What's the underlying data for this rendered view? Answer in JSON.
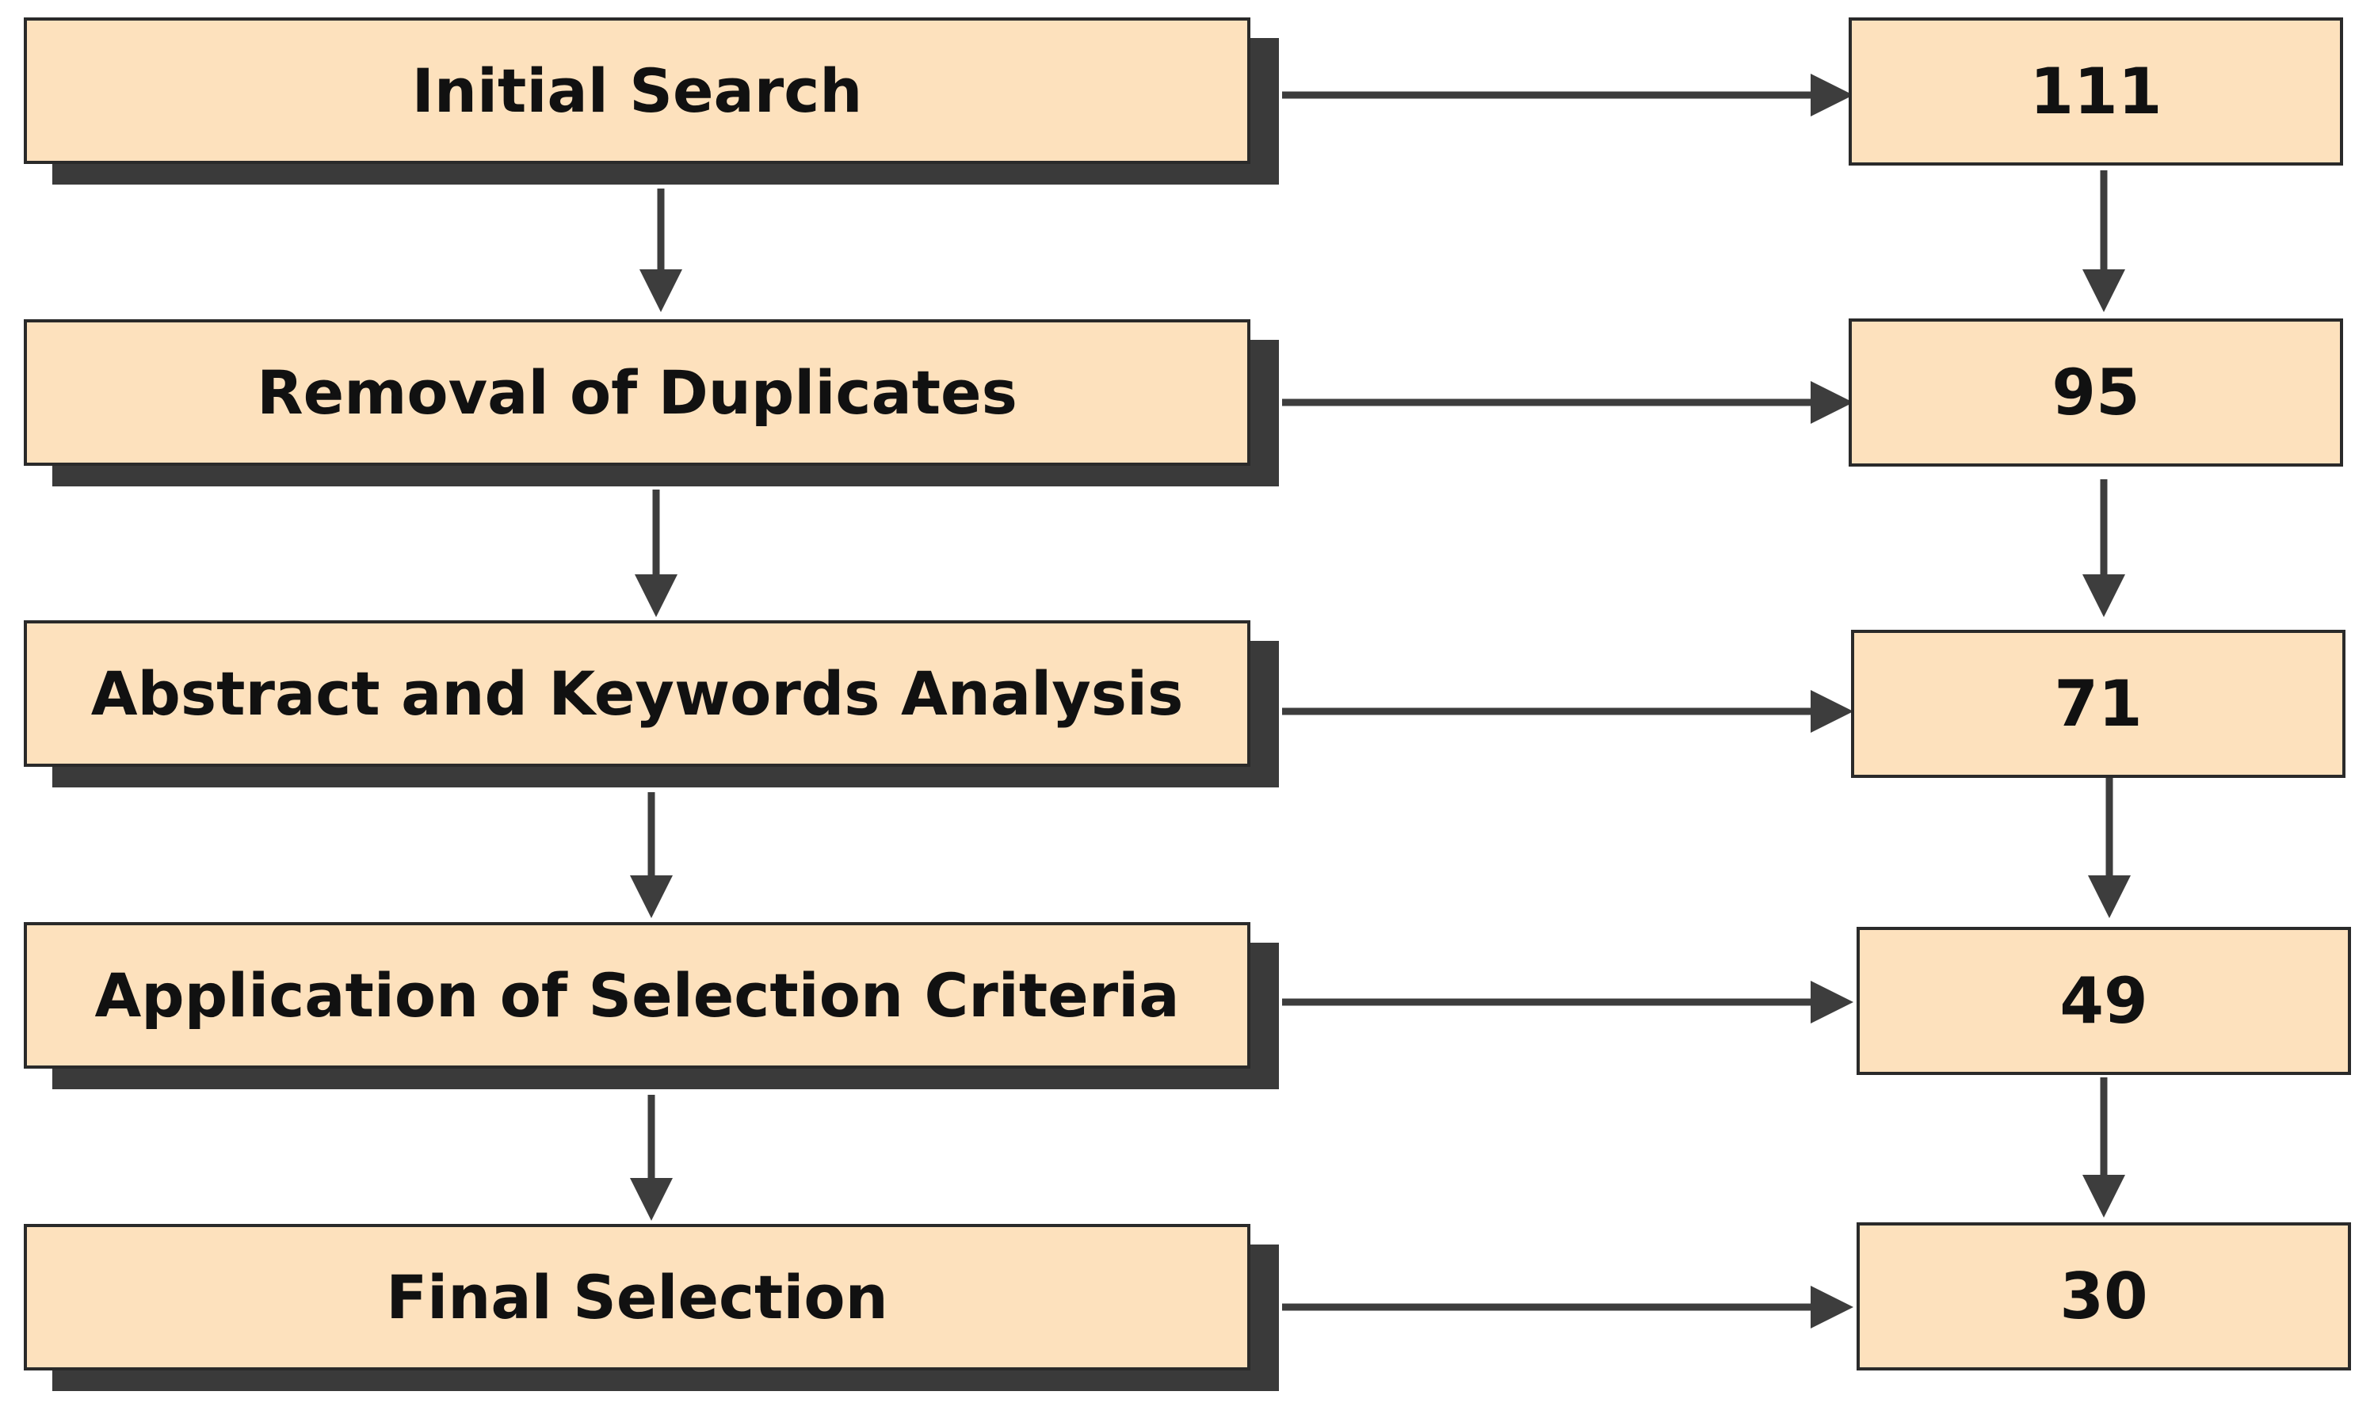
{
  "stages": [
    {
      "label": "Initial Search",
      "count": "111"
    },
    {
      "label": "Removal of Duplicates",
      "count": "95"
    },
    {
      "label": "Abstract and Keywords Analysis",
      "count": "71"
    },
    {
      "label": "Application of Selection Criteria",
      "count": "49"
    },
    {
      "label": "Final Selection",
      "count": "30"
    }
  ],
  "colors": {
    "box_fill": "#fde1bd",
    "box_border": "#2a2a2a",
    "shadow": "#3a3a3a",
    "arrow": "#3d3d3d",
    "text": "#111111"
  }
}
